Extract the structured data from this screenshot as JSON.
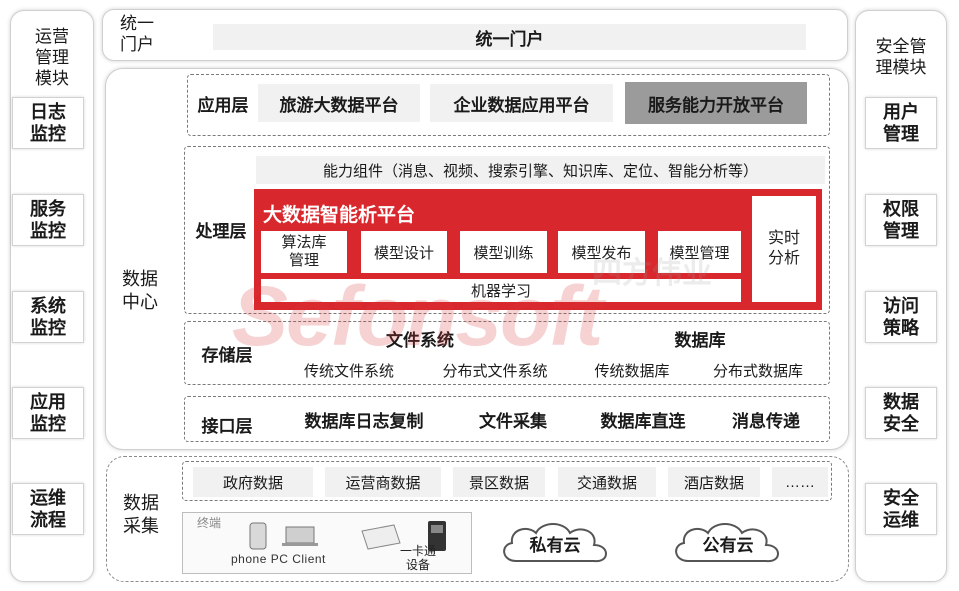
{
  "left_panel": {
    "title": "运营\n管理\n模块",
    "items": [
      "日志\n监控",
      "服务\n监控",
      "系统\n监控",
      "应用\n监控",
      "运维\n流程"
    ]
  },
  "right_panel": {
    "title": "安全管\n理模块",
    "items": [
      "用户\n管理",
      "权限\n管理",
      "访问\n策略",
      "数据\n安全",
      "安全\n运维"
    ]
  },
  "portal": {
    "label": "统一\n门户",
    "bar": "统一门户"
  },
  "data_center": {
    "label": "数据\n中心",
    "app_layer": {
      "label": "应用层",
      "platforms": [
        "旅游大数据平台",
        "企业数据应用平台",
        "服务能力开放平台"
      ]
    },
    "processing_layer": {
      "label": "处理层",
      "capabilities": "能力组件（消息、视频、搜索引擎、知识库、定位、智能分析等）",
      "platform_title": "大数据智能析平台",
      "modules": [
        "算法库\n管理",
        "模型设计",
        "模型训练",
        "模型发布",
        "模型管理"
      ],
      "ml": "机器学习",
      "realtime": "实时\n分析"
    },
    "storage_layer": {
      "label": "存储层",
      "groups": [
        "文件系统",
        "数据库"
      ],
      "items": [
        "传统文件系统",
        "分布式文件系统",
        "传统数据库",
        "分布式数据库"
      ]
    },
    "interface_layer": {
      "label": "接口层",
      "items": [
        "数据库日志复制",
        "文件采集",
        "数据库直连",
        "消息传递"
      ]
    }
  },
  "collection": {
    "label": "数据\n采集",
    "sources": [
      "政府数据",
      "运营商数据",
      "景区数据",
      "交通数据",
      "酒店数据",
      "……"
    ],
    "terminal": {
      "tag": "终端",
      "devices": "phone PC Client",
      "card": "一卡通\n设备"
    },
    "clouds": [
      "私有云",
      "公有云"
    ]
  },
  "watermark": {
    "brand": "Sefonsoft",
    "cn": "四方伟业"
  },
  "colors": {
    "accent_red": "#d9282d",
    "gray_block": "#9b9b9b",
    "light_gray": "#f1f1f1"
  }
}
